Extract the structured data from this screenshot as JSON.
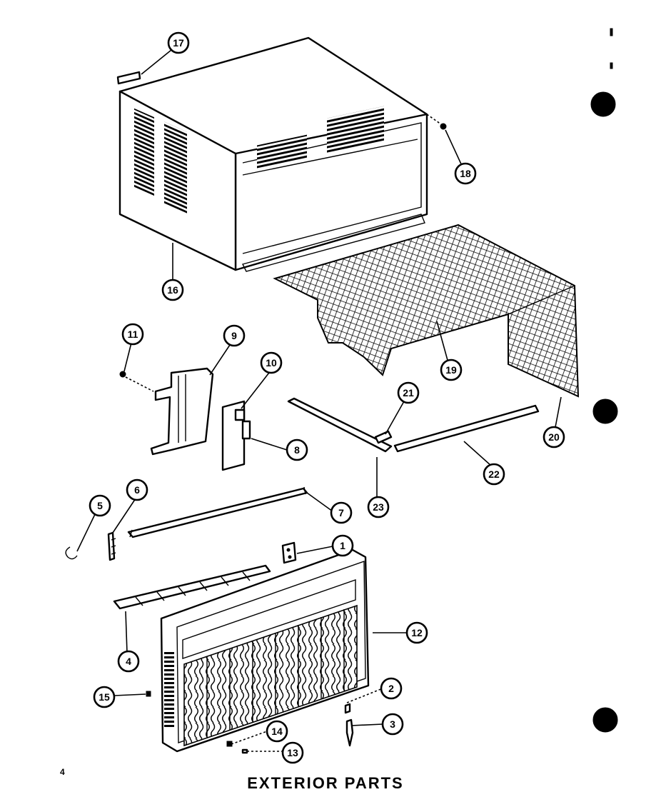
{
  "page_number": "4",
  "caption": "EXTERIOR PARTS",
  "callouts": [
    "1",
    "2",
    "3",
    "4",
    "5",
    "6",
    "7",
    "8",
    "9",
    "10",
    "11",
    "12",
    "13",
    "14",
    "15",
    "16",
    "17",
    "18",
    "19",
    "20",
    "21",
    "22",
    "23"
  ],
  "colors": {
    "ink": "#000000",
    "paper": "#ffffff"
  }
}
